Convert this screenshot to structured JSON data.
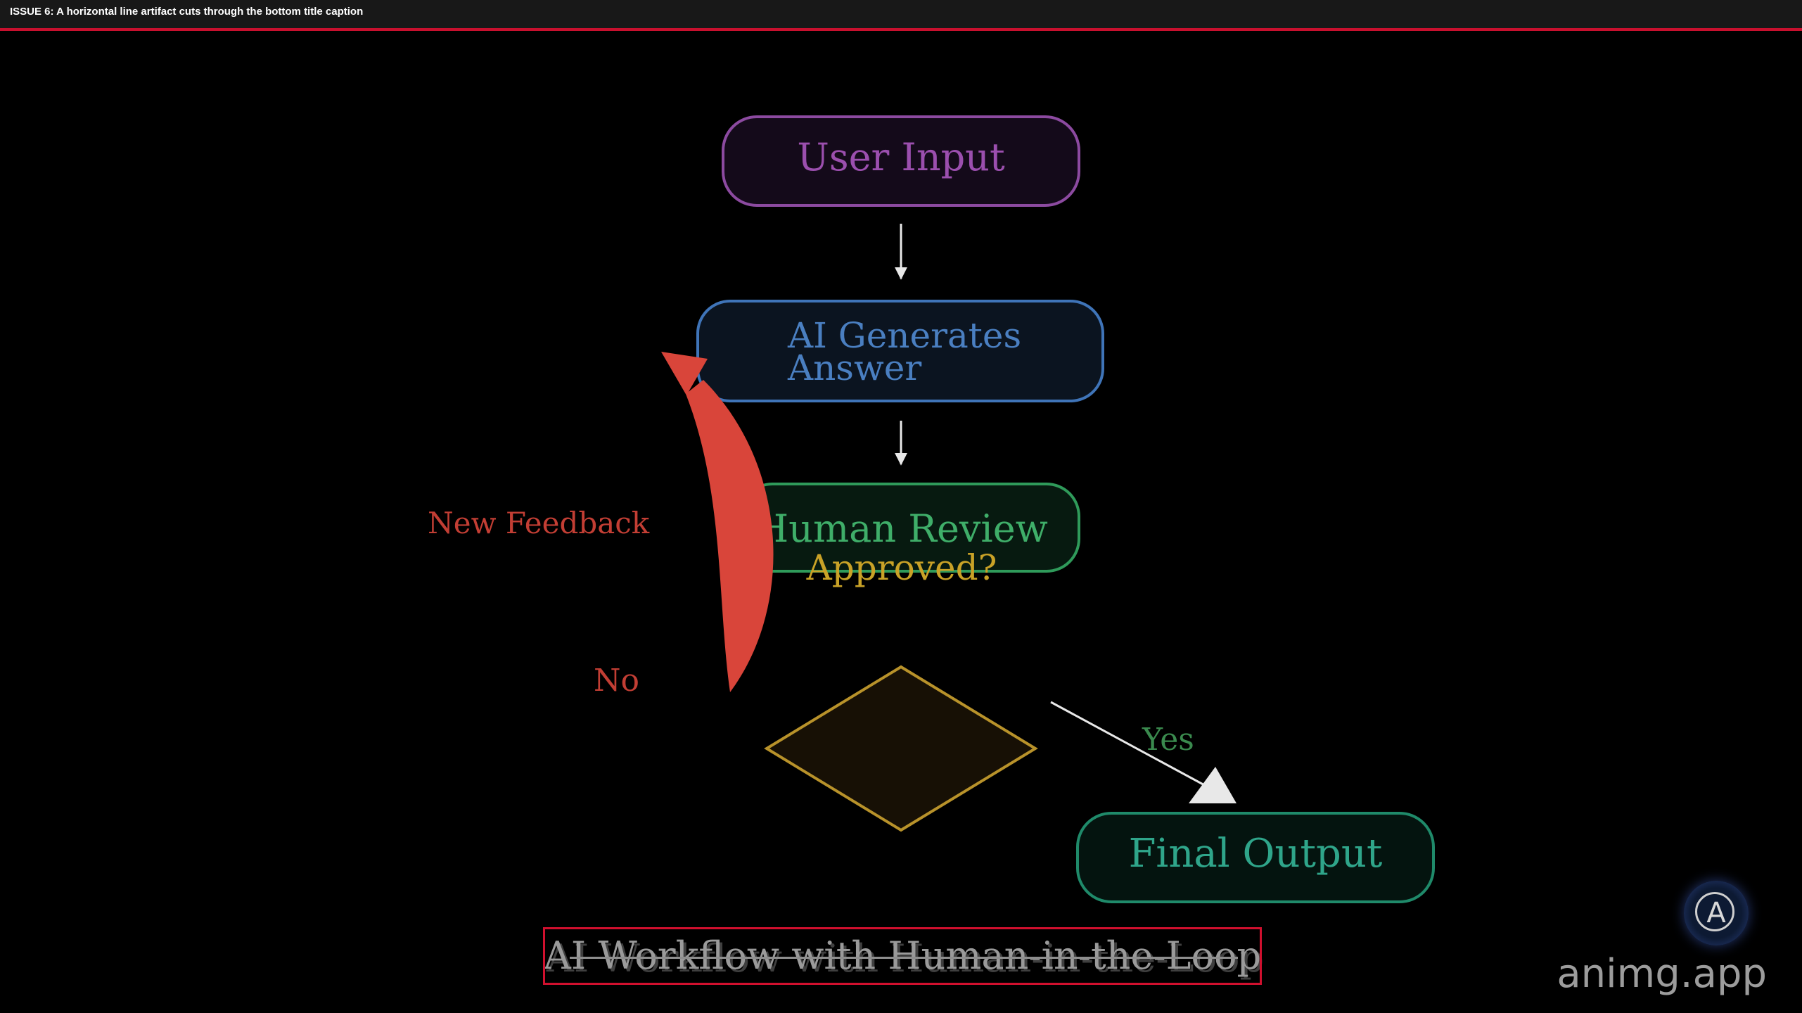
{
  "issue_banner": {
    "text": "ISSUE 6: A horizontal line artifact cuts through the bottom title caption",
    "accent_color": "#c8102e"
  },
  "diagram": {
    "nodes": {
      "user_input": {
        "label": "User Input",
        "color": "#9b4fae"
      },
      "ai_generates": {
        "label_line1": "AI Generates",
        "label_line2": "Answer",
        "color": "#4a7fc1"
      },
      "human_review": {
        "label": "Human Review",
        "color": "#3fae69"
      },
      "approved": {
        "label": "Approved?",
        "color": "#c9a227"
      },
      "final_output": {
        "label": "Final Output",
        "color": "#2fa58a"
      }
    },
    "edges": {
      "feedback_label": "New Feedback",
      "no_label": "No",
      "yes_label": "Yes",
      "feedback_color": "#d9453a",
      "yes_color": "#e0e0e0"
    }
  },
  "caption": {
    "title": "AI Workflow with Human-in-the-Loop"
  },
  "watermark": {
    "badge_letter": "A",
    "text": "animg.app"
  }
}
